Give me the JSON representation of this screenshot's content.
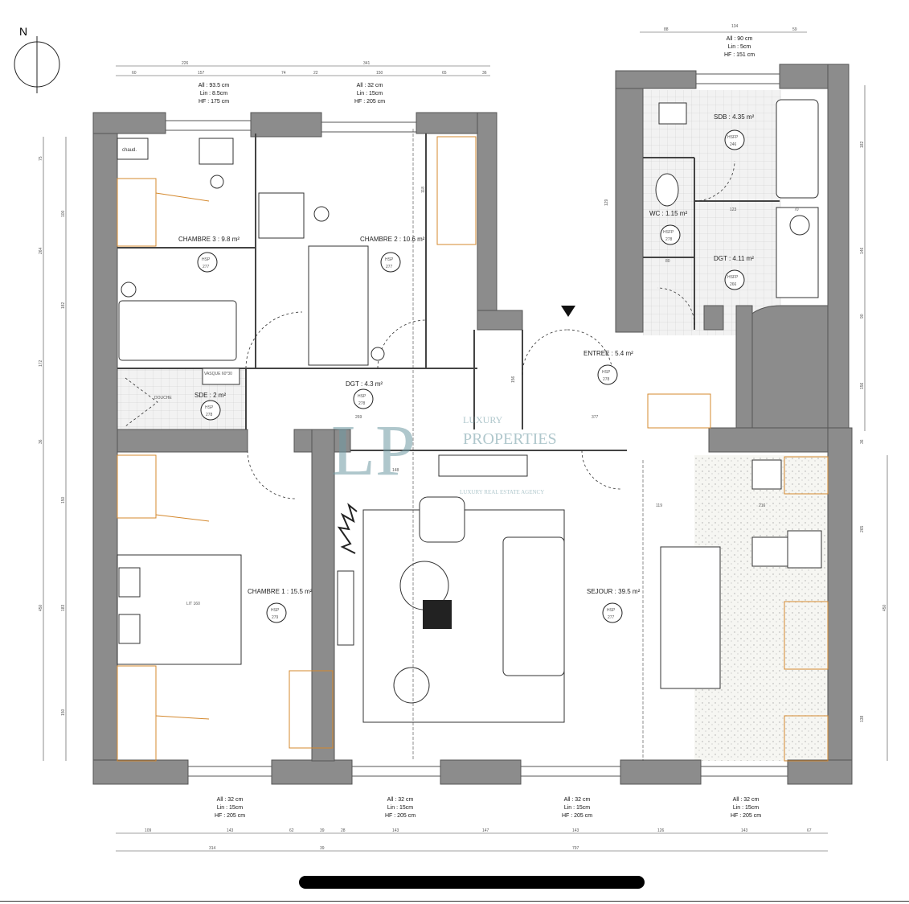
{
  "compass": {
    "label": "N"
  },
  "rooms": [
    {
      "id": "chambre3",
      "name": "CHAMBRE 3 : 9.8 m²",
      "hsp": "HSP",
      "height": "277"
    },
    {
      "id": "chambre2",
      "name": "CHAMBRE 2 : 10.6 m²",
      "hsp": "HSP",
      "height": "277"
    },
    {
      "id": "sdb",
      "name": "SDB : 4.35 m²",
      "hsp": "HSFP",
      "height": "246"
    },
    {
      "id": "wc",
      "name": "WC : 1.15 m²",
      "hsp": "HSFP",
      "height": "278"
    },
    {
      "id": "dgt_right",
      "name": "DGT : 4.11 m²",
      "hsp": "HSFP",
      "height": "266"
    },
    {
      "id": "entree",
      "name": "ENTREE : 5.4 m²",
      "hsp": "HSP",
      "height": "278"
    },
    {
      "id": "dgt_center",
      "name": "DGT : 4.3 m²",
      "hsp": "HSP",
      "height": "278"
    },
    {
      "id": "sde",
      "name": "SDE : 2 m²",
      "hsp": "HSP",
      "height": "278"
    },
    {
      "id": "chambre1",
      "name": "CHAMBRE 1 : 15.5 m²",
      "hsp": "HSP",
      "height": "279"
    },
    {
      "id": "sejour",
      "name": "SEJOUR : 39.5 m²",
      "hsp": "HSP",
      "height": "277"
    }
  ],
  "fixtures": {
    "chaud": "chaud.",
    "vasque": "VASQUE 60*30",
    "douche": "DOUCHE",
    "lit": "LIT 160"
  },
  "window_specs": [
    {
      "all": "All : 93.5 cm",
      "lin": "Lin : 8.5cm",
      "hf": "HF : 175 cm"
    },
    {
      "all": "All : 32 cm",
      "lin": "Lin : 15cm",
      "hf": "HF : 205 cm"
    },
    {
      "all": "All : 90 cm",
      "lin": "Lin : 5cm",
      "hf": "HF : 151 cm"
    },
    {
      "all": "All : 32 cm",
      "lin": "Lin : 15cm",
      "hf": "HF : 205 cm"
    },
    {
      "all": "All : 32 cm",
      "lin": "Lin : 15cm",
      "hf": "HF : 205 cm"
    },
    {
      "all": "All : 32 cm",
      "lin": "Lin : 15cm",
      "hf": "HF : 205 cm"
    },
    {
      "all": "All : 32 cm",
      "lin": "Lin : 15cm",
      "hf": "HF : 205 cm"
    }
  ],
  "dims_top": {
    "total_left": "226",
    "total_right": "341",
    "seg": [
      "60",
      "157",
      "74",
      "22",
      "150",
      "65",
      "36"
    ],
    "bath": [
      "88",
      "134",
      "59"
    ]
  },
  "dims_bottom": {
    "seg": [
      "109",
      "143",
      "62",
      "39",
      "28",
      "143",
      "147",
      "143",
      "126",
      "143",
      "67"
    ],
    "total": [
      "314",
      "39",
      "797"
    ]
  },
  "dims_left": [
    "75",
    "100",
    "264",
    "182",
    "172",
    "36",
    "150",
    "450",
    "183",
    "150"
  ],
  "dims_right": [
    "182",
    "146",
    "156",
    "90",
    "36",
    "450",
    "138",
    "265"
  ],
  "inner_dims": [
    "118",
    "129",
    "156",
    "377",
    "269",
    "148",
    "119",
    "216",
    "80",
    "123",
    "70"
  ],
  "watermark": {
    "brand_mark": "LP",
    "line1": "LUXURY",
    "line2": "PROPERTIES",
    "line3": "LUXURY REAL ESTATE AGENCY"
  }
}
